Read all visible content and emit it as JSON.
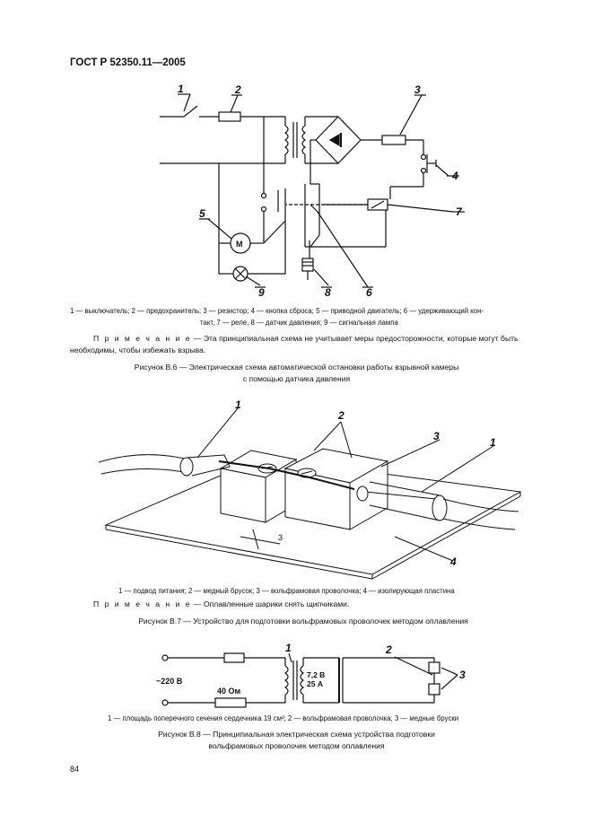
{
  "header": {
    "title": "ГОСТ Р 52350.11—2005"
  },
  "figure_b6": {
    "labels": [
      "1",
      "2",
      "3",
      "4",
      "5",
      "6",
      "7",
      "8",
      "9"
    ],
    "motor_mark": "М",
    "legend_line1": "1 — выключатель; 2 — предохранитель; 3 — резистор; 4 — кнопка сброса; 5 — приводной двигатель; 6 — удерживающий кон-",
    "legend_line2": "такт, 7 — реле, 8 — датчик давления; 9 — сигнальная лампа",
    "note_head": "П р и м е ч а н и е",
    "note_text": " — Эта принципиальная схема не учитывает меры предосторожности, которые могут быть",
    "note_text2": "необходимы, чтобы избежать взрыва.",
    "caption_line1": "Рисунок В.6 — Электрическая схема автоматической остановки работы взрывной камеры",
    "caption_line2": "с помощью датчика давления"
  },
  "figure_b7": {
    "labels": [
      "1",
      "2",
      "3",
      "1",
      "3",
      "4"
    ],
    "legend": "1 — подвод питания; 2 — медный брусок; 3 — вольфрамовая проволочка; 4 — изолирующая пластина",
    "note_head": "П р и м е ч а н и е",
    "note_text": " — Оплавленные шарики снять щипчиками.",
    "caption": "Рисунок В.7 — Устройство для подготовки вольфрамовых проволочек методом оплавления"
  },
  "figure_b8": {
    "labels": [
      "1",
      "2",
      "3"
    ],
    "voltage": "~220 В",
    "resistor": "40 Ом",
    "secondary_v": "7,2 В",
    "secondary_a": "25 А",
    "legend": "1 — площадь поперечного сечения сердечника  19 см²; 2 — вольфрамовая проволочка; 3 — медные бруски",
    "caption_line1": "Рисунок В.8 — Принципиальная электрическая схема устройства подготовки",
    "caption_line2": "вольфрамовых проволочек методом оплавления"
  },
  "page_number": "84"
}
